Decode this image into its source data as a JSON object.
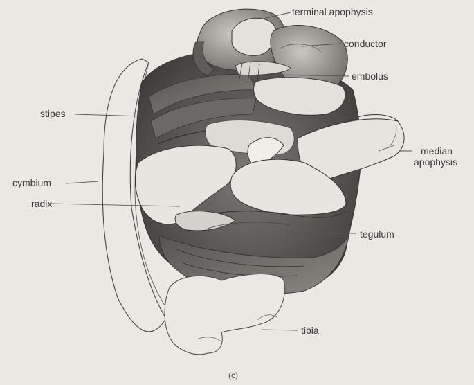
{
  "figure": {
    "caption": "(c)",
    "labels": {
      "terminal_apophysis": "terminal apophysis",
      "conductor": "conductor",
      "embolus": "embolus",
      "stipes": "stipes",
      "median_apophysis_line1": "median",
      "median_apophysis_line2": "apophysis",
      "cymbium": "cymbium",
      "radix": "radix",
      "tegulum": "tegulum",
      "tibia": "tibia"
    },
    "colors": {
      "background": "#e9e8e3",
      "ink": "#3a3a38",
      "dark_shading": "#4d4c49",
      "mid_shading": "#8d8b86",
      "light_fill": "#e2e1dc"
    }
  }
}
